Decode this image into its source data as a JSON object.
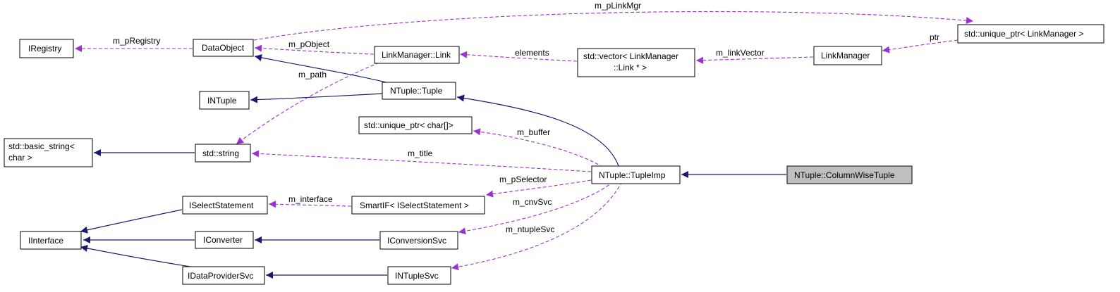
{
  "nodes": {
    "iregistry": "IRegistry",
    "dataobject": "DataObject",
    "linkmanager_link": "LinkManager::Link",
    "std_vector_line1": "std::vector< LinkManager",
    "std_vector_line2": "::Link * >",
    "linkmanager": "LinkManager",
    "unique_ptr_linkmanager": "std::unique_ptr< LinkManager >",
    "intuple": "INTuple",
    "ntuple_tuple": "NTuple::Tuple",
    "unique_ptr_char": "std::unique_ptr< char[]>",
    "basic_string_line1": "std::basic_string<",
    "basic_string_line2": "char >",
    "std_string": "std::string",
    "ntuple_tupleimp": "NTuple::TupleImp",
    "column_wise_tuple": "NTuple::ColumnWiseTuple",
    "iselectstatement": "ISelectStatement",
    "smartif": "SmartIF< ISelectStatement >",
    "iinterface": "IInterface",
    "iconverter": "IConverter",
    "iconversionsvc": "IConversionSvc",
    "idataprovidersvc": "IDataProviderSvc",
    "intuplesvc": "INTupleSvc"
  },
  "edge_labels": {
    "m_pLinkMgr": "m_pLinkMgr",
    "m_pRegistry": "m_pRegistry",
    "m_pObject": "m_pObject",
    "elements": "elements",
    "m_linkVector": "m_linkVector",
    "ptr": "ptr",
    "m_path": "m_path",
    "m_buffer": "m_buffer",
    "m_title": "m_title",
    "m_pSelector": "m_pSelector",
    "m_interface": "m_interface",
    "m_cnvSvc": "m_cnvSvc",
    "m_ntupleSvc": "m_ntupleSvc"
  },
  "colors": {
    "inheritance": "#191970",
    "usage": "#9a32cd",
    "highlight": "#bfbfbf"
  }
}
